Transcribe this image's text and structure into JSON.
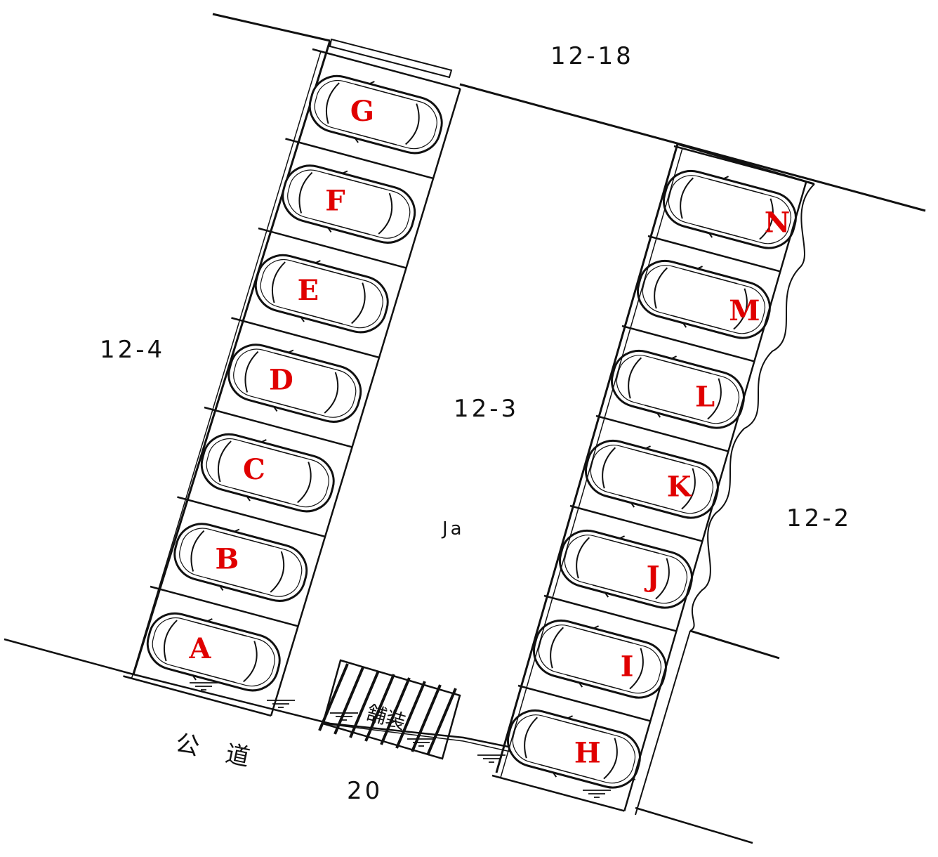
{
  "labels": {
    "north_parcel": "12-18",
    "west_parcel": "12-4",
    "center_parcel": "12-3",
    "east_parcel": "12-2",
    "district": "Ja",
    "road": "公 道",
    "road_width": "20",
    "paved": "舗装"
  },
  "left_row": [
    {
      "id": "G"
    },
    {
      "id": "F"
    },
    {
      "id": "E"
    },
    {
      "id": "D"
    },
    {
      "id": "C"
    },
    {
      "id": "B"
    },
    {
      "id": "A"
    }
  ],
  "right_row": [
    {
      "id": "N"
    },
    {
      "id": "M"
    },
    {
      "id": "L"
    },
    {
      "id": "K"
    },
    {
      "id": "J"
    },
    {
      "id": "I"
    },
    {
      "id": "H"
    }
  ],
  "colors": {
    "line": "#111111",
    "car_letter": "#e00000",
    "background": "#ffffff"
  }
}
